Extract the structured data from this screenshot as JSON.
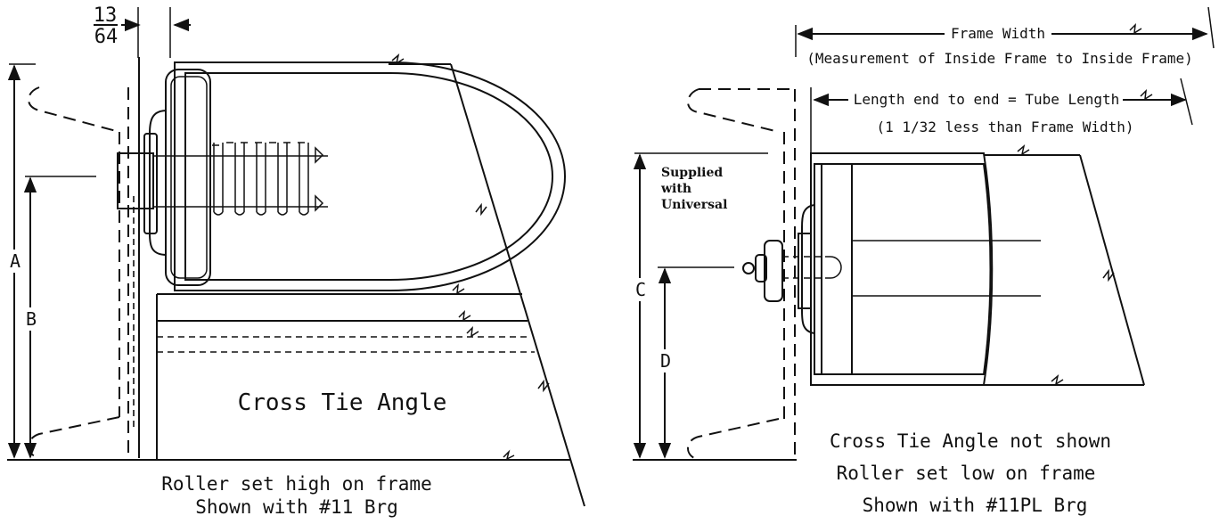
{
  "left_view": {
    "fraction_numerator": "13",
    "fraction_denominator": "64",
    "dim_a": "A",
    "dim_b": "B",
    "cross_tie_label": "Cross Tie Angle",
    "caption_line1": "Roller set high on frame",
    "caption_line2": "Shown with #11 Brg"
  },
  "right_view": {
    "frame_width_label": "Frame Width",
    "frame_width_note": "(Measurement of Inside Frame to Inside Frame)",
    "length_label": "Length end to end = Tube Length",
    "length_note": "(1 1/32 less than Frame Width)",
    "supplied_line1": "Supplied",
    "supplied_line2": "with",
    "supplied_line3": "Universal",
    "dim_c": "C",
    "dim_d": "D",
    "caption_line1": "Cross Tie Angle not shown",
    "caption_line2": "Roller set low on frame",
    "caption_line3": "Shown with #11PL Brg"
  }
}
